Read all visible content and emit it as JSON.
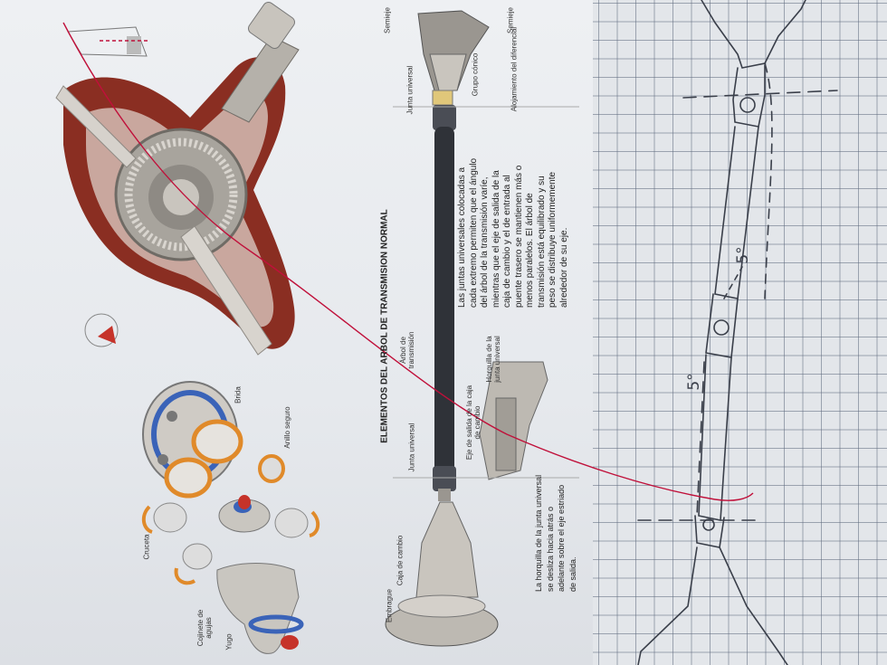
{
  "book_page": {
    "title": "ELEMENTOS DEL ARBOL DE TRANSMISION NORMAL",
    "paragraph_1": "Las juntas universales colocadas a cada extremo permiten que el ángulo del árbol de la transmisión varíe, mientras que el eje de salida de la caja de cambio y el de entrada al puente trasero se mantienen más o menos paralelos. El árbol de transmisión está equilibrado y su peso se distribuye uniformemente alrededor de su eje.",
    "paragraph_2": "La horquilla de la junta universal se desliza hacia atrás o adelante sobre el eje estriado de salida.",
    "labels": {
      "semieje_top": "Semieje",
      "semieje": "Semieje",
      "grupo_conico": "Grupo cónico",
      "alojamiento": "Alojamiento del diferencial",
      "junta_universal_top": "Junta universal",
      "arbol": "Árbol de transmisión",
      "horquilla": "Horquilla de la junta universal",
      "eje_salida": "Eje de salida de la caja de cambio",
      "junta_universal_bottom": "Junta universal",
      "caja_cambio": "Caja de cambio",
      "embrague": "Embrague",
      "brida": "Brida",
      "anillo_seguro": "Anillo seguro",
      "cruceta": "Cruceta",
      "cojinete": "Cojinete de agujas",
      "yugo": "Yugo"
    }
  },
  "sketch": {
    "angle_upper": "5°",
    "angle_lower": "5°"
  },
  "colors": {
    "paper": "#e8ebef",
    "grid_line": "#6b7488",
    "red_line": "#c0103a",
    "pencil": "#3a3f4a",
    "housing_red": "#8a2e22",
    "gear_gray": "#b7b4ae",
    "shaft_dark": "#2f3238",
    "ring_orange": "#e08a2a",
    "ring_blue": "#3a63b8"
  }
}
